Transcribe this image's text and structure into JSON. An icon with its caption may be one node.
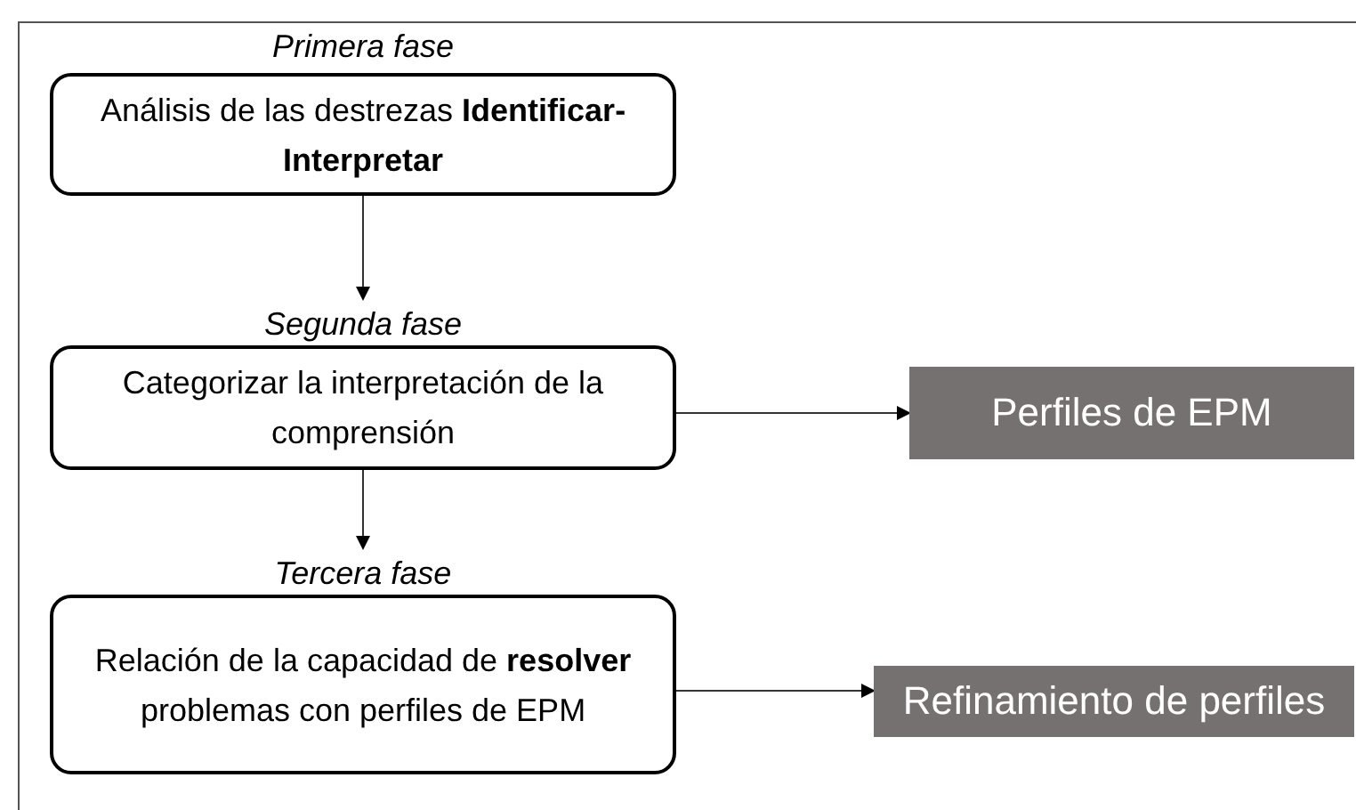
{
  "diagram": {
    "nodes": [
      {
        "text": [
          "Primera fase",
          "Análisis de las destrezas **Identificar-Interpretar**"
        ]
      },
      {
        "text": [
          "Segunda fase",
          "Categorizar la interpretación de la comprensión"
        ]
      },
      {
        "text": [
          "Perfiles de EPM"
        ]
      },
      {
        "text": [
          "Tercera fase",
          "Relación de la capacidad de **resolver** problemas con perfiles de EPM"
        ]
      },
      {
        "text": [
          "Refinamiento de perfiles"
        ]
      }
    ],
    "edges": [
      {
        "from": 0,
        "to": 1,
        "arrow": "to"
      },
      {
        "from": 1,
        "to": 2,
        "arrow": "to"
      },
      {
        "from": 1,
        "to": 3,
        "arrow": "to"
      },
      {
        "from": 3,
        "to": 4,
        "arrow": "to"
      }
    ]
  }
}
